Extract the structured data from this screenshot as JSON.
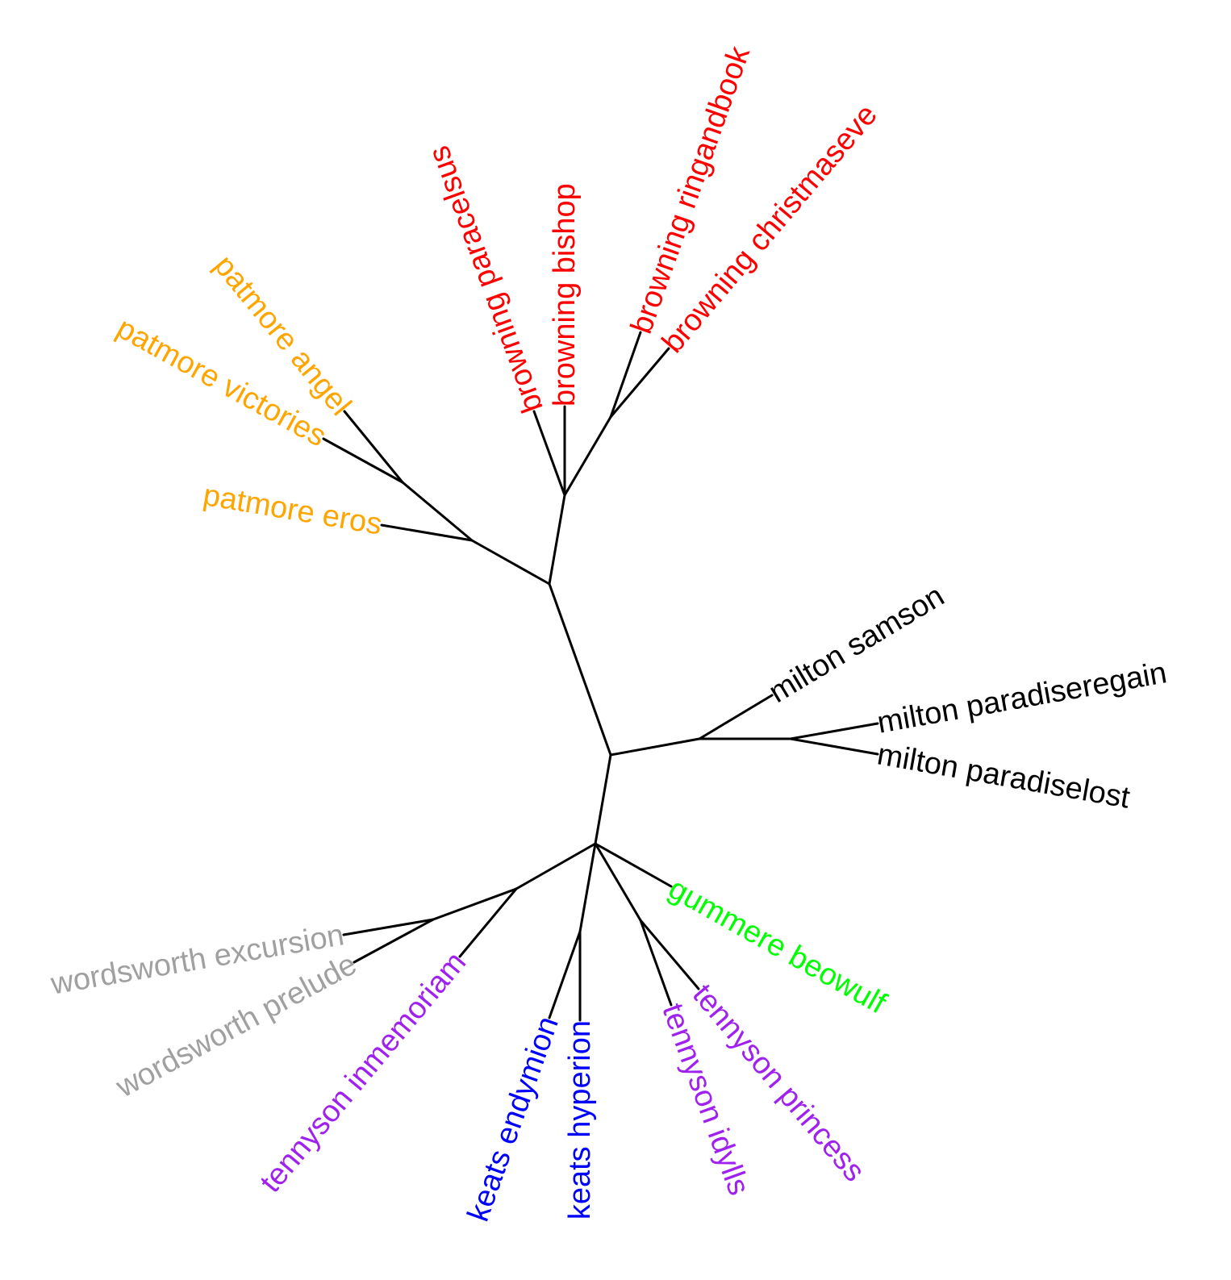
{
  "colors": {
    "edge": "#000000",
    "browning": "#ff0000",
    "patmore": "#ffa500",
    "milton": "#000000",
    "gummere": "#00ff00",
    "tennyson": "#a020f0",
    "keats": "#0000ff",
    "wordsworth": "#a0a0a0"
  },
  "leaves": {
    "browning_paraclesus": "browning paracelsus",
    "browning_bishop": "browning bishop",
    "browning_ringandbook": "browning ringandbook",
    "browning_christmaseve": "browning christmaseve",
    "patmore_angel": "patmore angel",
    "patmore_victories": "patmore victories",
    "patmore_eros": "patmore eros",
    "milton_samson": "milton samson",
    "milton_paradiseregain": "milton paradiseregain",
    "milton_paradiselost": "milton paradiselost",
    "gummere_beowulf": "gummere beowulf",
    "tennyson_princess": "tennyson princess",
    "tennyson_idylls": "tennyson idylls",
    "keats_hyperion": "keats hyperion",
    "keats_endymion": "keats endymion",
    "tennyson_inmemoriam": "tennyson inmemoriam",
    "wordsworth_prelude": "wordsworth prelude",
    "wordsworth_excursion": "wordsworth excursion"
  }
}
